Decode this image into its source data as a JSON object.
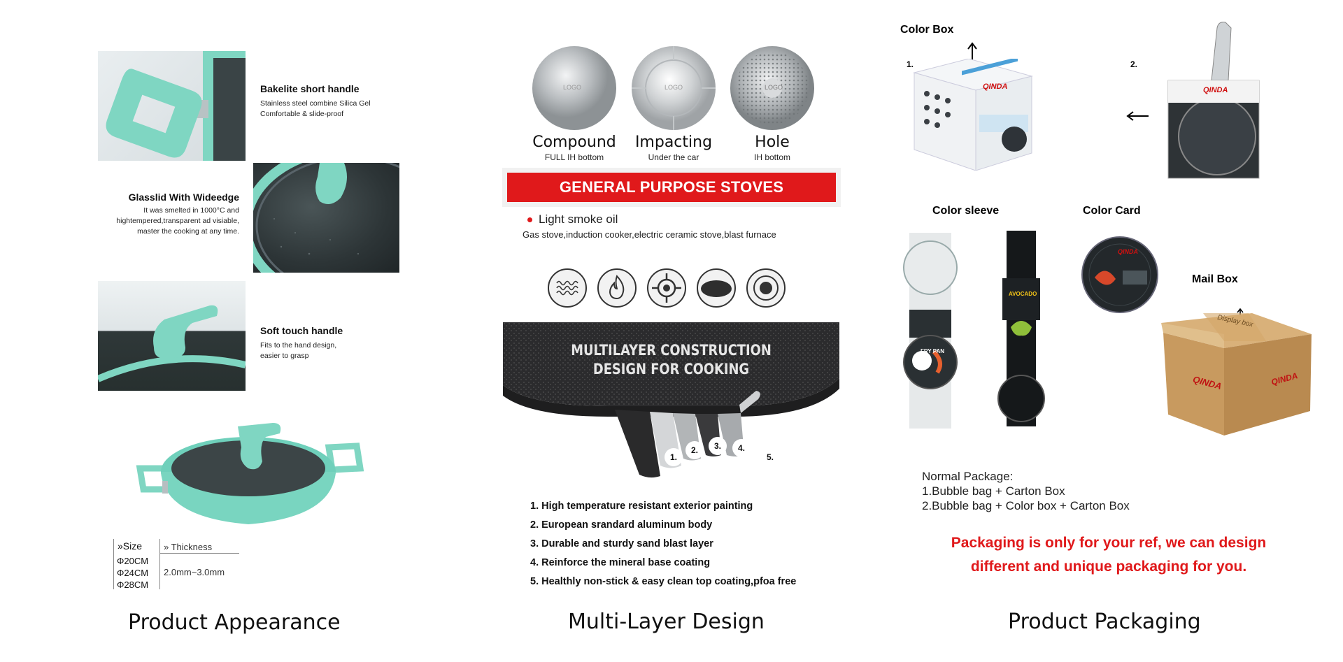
{
  "column_titles": {
    "appearance": "Product Appearance",
    "multilayer": "Multi-Layer Design",
    "packaging": "Product Packaging"
  },
  "appearance": {
    "features": [
      {
        "title": "Bakelite short handle",
        "desc": [
          "Stainless steel combine Silica Gel",
          "Comfortable & slide-proof"
        ]
      },
      {
        "title": "Glasslid With Wideedge",
        "desc": [
          "It was smelted in 1000°C and",
          "hightempered,transparent ad visiable,",
          "master the cooking at any time."
        ]
      },
      {
        "title": "Soft touch handle",
        "desc": [
          "Fits to the hand design,",
          "easier to grasp"
        ]
      }
    ],
    "spec_table": {
      "size_header": "»Size",
      "thickness_header": "» Thickness",
      "sizes": [
        "Φ20CM",
        "Φ24CM",
        "Φ28CM"
      ],
      "thickness": "2.0mm~3.0mm"
    }
  },
  "multilayer": {
    "discs": [
      {
        "label": "Compound",
        "sub": "FULL IH bottom",
        "logo": "LOGO"
      },
      {
        "label": "Impacting",
        "sub": "Under the car",
        "logo": "LOGO"
      },
      {
        "label": "Hole",
        "sub": "IH bottom",
        "logo": "LOGO"
      }
    ],
    "banner": "GENERAL PURPOSE STOVES",
    "smoke_bullet": "Light smoke oil",
    "stove_types": "Gas stove,induction cooker,electric ceramic stove,blast furnace",
    "stove_icons": [
      "induction-coil-icon",
      "gas-flame-icon",
      "gas-burner-icon",
      "ceramic-plate-icon",
      "electric-hob-icon"
    ],
    "construction_title_1": "MULTILAYER CONSTRUCTION",
    "construction_title_2": "DESIGN FOR COOKING",
    "layer_badges": [
      "1.",
      "2.",
      "3.",
      "4.",
      "5."
    ],
    "layers": [
      "1. High temperature resistant exterior painting",
      "2. European srandard aluminum body",
      "3. Durable and sturdy sand blast layer",
      "4. Reinforce the mineral base coating",
      "5. Healthly non-stick & easy clean top coating,pfoa free"
    ]
  },
  "packaging": {
    "labels": {
      "color_box": "Color Box",
      "color_sleeve": "Color sleeve",
      "color_card": "Color Card",
      "mail_box": "Mail Box"
    },
    "step_1": "1.",
    "step_2": "2.",
    "brand": "QINDA",
    "mailbox_print": "Display box",
    "sleeve_1_caption": "FRY PAN",
    "sleeve_2_caption": "AVOCADO",
    "normal_title": "Normal Package:",
    "normal_items": [
      "1.Bubble bag + Carton Box",
      "2.Bubble bag + Color box + Carton Box"
    ],
    "notice_line_1": "Packaging is only for your ref, we can design",
    "notice_line_2": "different and unique packaging for you.",
    "notice_color": "#e0191b"
  },
  "colors": {
    "mint": "#7fd6c2",
    "banner_red": "#e0191b"
  }
}
